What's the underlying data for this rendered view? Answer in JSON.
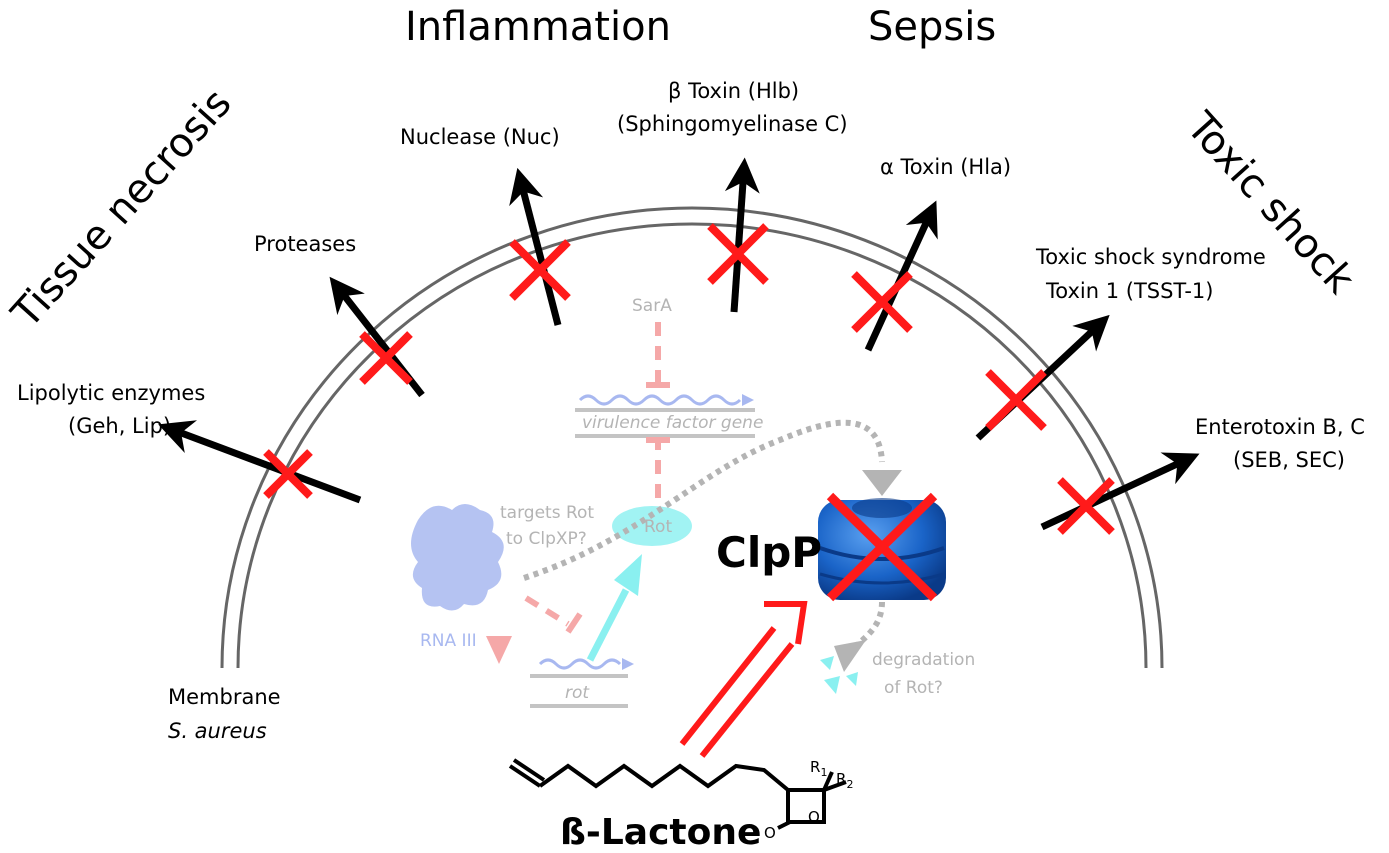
{
  "outcomes": {
    "tissue_necrosis": "Tissue necrosis",
    "inflammation": "Inflammation",
    "sepsis": "Sepsis",
    "toxic_shock": "Toxic shock"
  },
  "factors": {
    "lipolytic_1": "Lipolytic enzymes",
    "lipolytic_2": "(Geh, Lip)",
    "proteases": "Proteases",
    "nuclease": "Nuclease (Nuc)",
    "beta_toxin_1": "β Toxin (Hlb)",
    "beta_toxin_2": "(Sphingomyelinase C)",
    "alpha_toxin": "α Toxin (Hla)",
    "tsst_1": "Toxic shock syndrome",
    "tsst_2": "Toxin 1 (TSST-1)",
    "entero_1": "Enterotoxin B, C",
    "entero_2": "(SEB, SEC)"
  },
  "membrane": {
    "line1": "Membrane",
    "line2": "S. aureus"
  },
  "regulation": {
    "sara": "SarA",
    "gene": "virulence factor gene",
    "targets_1": "targets Rot",
    "targets_2": "to ClpXP?",
    "rot": "Rot",
    "rna3": "RNA III",
    "rot_gene": "rot",
    "degradation_1": "degradation",
    "degradation_2": "of Rot?"
  },
  "protease": {
    "label": "ClpP"
  },
  "inhibitor": {
    "label": "ß-Lactone",
    "r1": "R",
    "r1_sub": "1",
    "r2": "R",
    "r2_sub": "2",
    "ring_o": "O",
    "carbonyl_o": "O"
  },
  "colors": {
    "block": "#ff1a1a",
    "arrow": "#000000",
    "membrane": "#666666",
    "clpp": "#1a64c8",
    "rot": "#8af0f0",
    "rna": "#a8b8f0",
    "inhibit_faint": "#f5a8a8",
    "faint_text": "#b4b4b4"
  }
}
